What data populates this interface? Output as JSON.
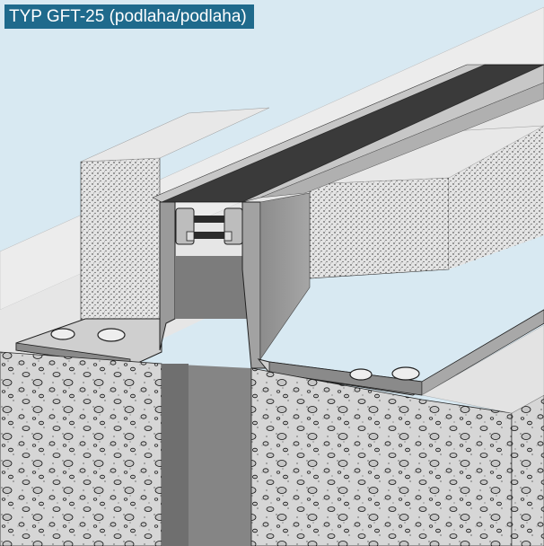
{
  "header": {
    "title": "TYP GFT-25 (podlaha/podlaha)"
  },
  "colors": {
    "title_bg": "#1f6a8c",
    "title_text": "#ffffff",
    "sky": "#d8e9f2",
    "concrete_top": "#e9e9e9",
    "concrete_side": "#dcdcdc",
    "aggregate": "#cfcfcf",
    "metal": "#9c9c9c",
    "metal_dark": "#6e6e6e",
    "rubber": "#3a3a3a"
  },
  "icons": [
    "expansion-joint-profile",
    "anchor-hole"
  ]
}
